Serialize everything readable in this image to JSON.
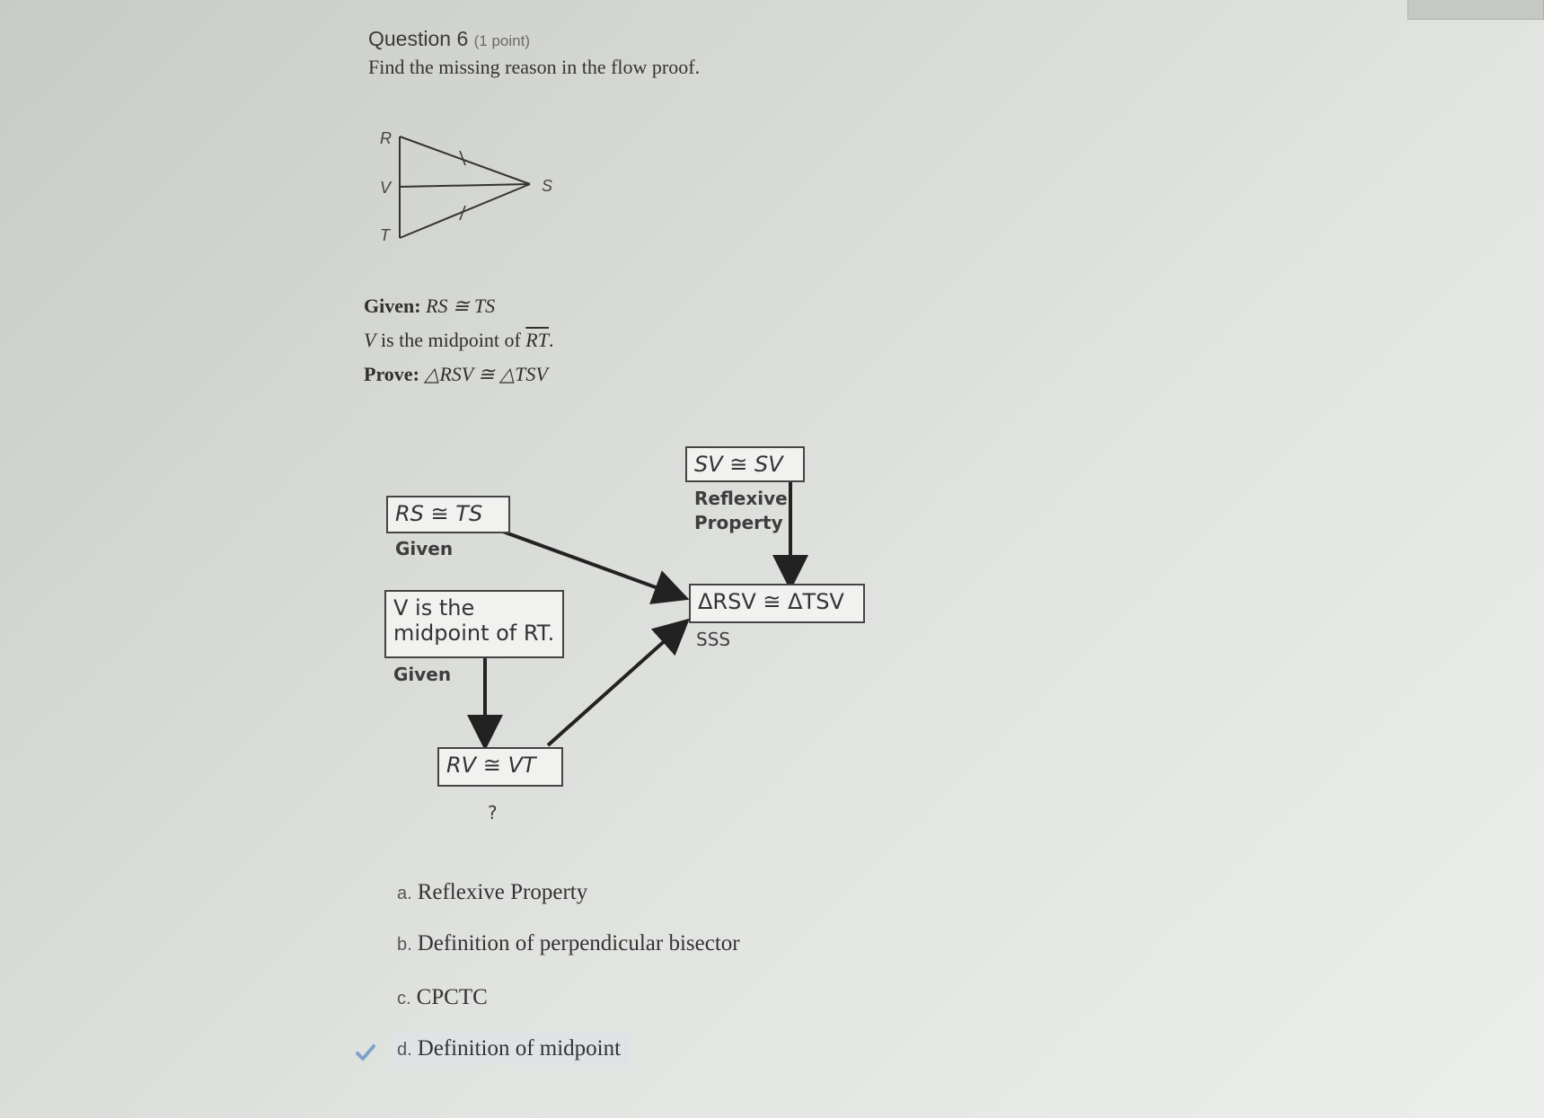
{
  "question": {
    "title": "Question 6",
    "points": "(1 point)",
    "prompt": "Find the missing reason in the flow proof."
  },
  "figure": {
    "labels": {
      "R": "R",
      "V": "V",
      "S": "S",
      "T": "T"
    }
  },
  "given": {
    "given_label": "Given:",
    "given_statement": "RS ≅ TS",
    "midpoint_statement_v": "V",
    "midpoint_statement_rest": " is the midpoint of ",
    "midpoint_segment": "RT",
    "prove_label": "Prove:",
    "prove_statement": "△RSV ≅ △TSV"
  },
  "flow_proof": {
    "box_sv": "SV ≅ SV",
    "reason_sv_line1": "Reflexive",
    "reason_sv_line2": "Property",
    "box_rs": "RS ≅ TS",
    "reason_rs": "Given",
    "box_v_line1": "V is the",
    "box_v_line2": "midpoint of RT.",
    "reason_v": "Given",
    "box_conclusion": "ΔRSV ≅ ΔTSV",
    "reason_conclusion": "SSS",
    "box_rv": "RV ≅ VT",
    "reason_rv": "?"
  },
  "choices": [
    {
      "letter": "a.",
      "text": "Reflexive Property",
      "selected": false
    },
    {
      "letter": "b.",
      "text": "Definition of perpendicular bisector",
      "selected": false
    },
    {
      "letter": "c.",
      "text": "CPCTC",
      "selected": false
    },
    {
      "letter": "d.",
      "text": "Definition of midpoint",
      "selected": true
    }
  ],
  "colors": {
    "selected_bg": "#dfe3e6",
    "check": "#7ea3c9"
  }
}
